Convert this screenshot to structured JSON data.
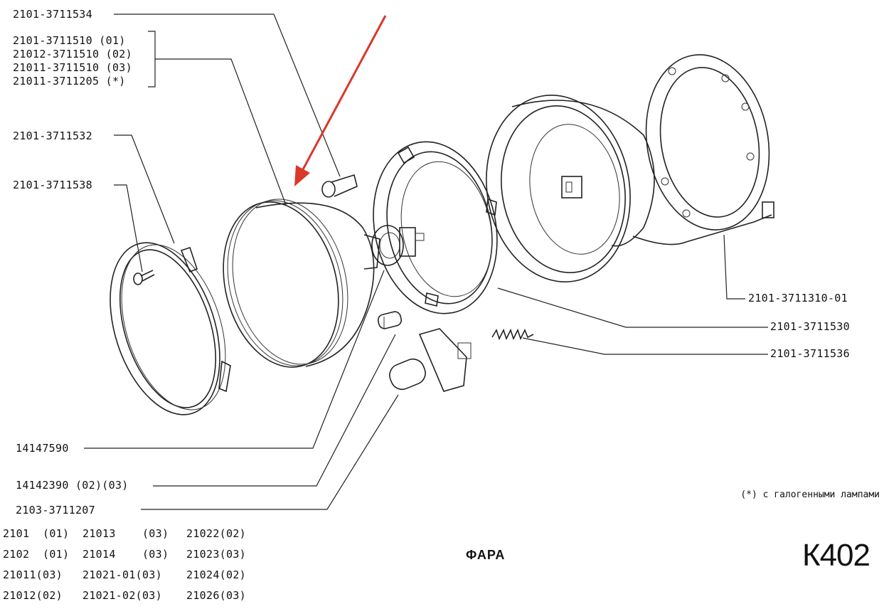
{
  "labels": {
    "l_3711534": "2101-3711534",
    "l_3711510_01": "2101-3711510 (01)",
    "l_3711510_02": "21012-3711510 (02)",
    "l_3711510_03": "21011-3711510 (03)",
    "l_3711205": "21011-3711205 (*)",
    "l_3711532": "2101-3711532",
    "l_3711538": "2101-3711538",
    "l_3711310": "2101-3711310-01",
    "l_3711530": "2101-3711530",
    "l_3711536": "2101-3711536",
    "l_14147590": "14147590",
    "l_14142390": "14142390 (02)(03)",
    "l_3711207": "2103-3711207"
  },
  "footnote": "(*) с галогенными лампами",
  "title": "ФАРА",
  "page_code": "К402",
  "models": [
    [
      "2101  (01)",
      "21013    (03)",
      "21022(02)"
    ],
    [
      "2102  (01)",
      "21014    (03)",
      "21023(03)"
    ],
    [
      "21011(03)",
      "21021-01(03)",
      "21024(02)"
    ],
    [
      "21012(02)",
      "21021-02(03)",
      "21026(03)"
    ]
  ],
  "colors": {
    "arrow": "#d9382b",
    "ink": "#222222"
  }
}
